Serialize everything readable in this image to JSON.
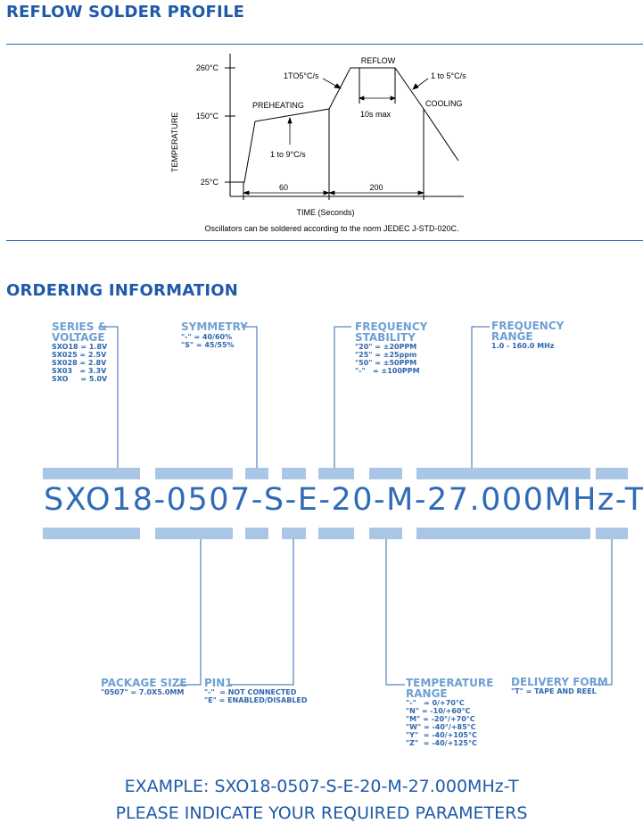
{
  "reflow": {
    "title": "REFLOW SOLDER PROFILE",
    "ylabel": "TEMPERATURE",
    "xlabel": "TIME (Seconds)",
    "ticks": [
      "260°C",
      "150°C",
      "25°C"
    ],
    "labels": {
      "reflow": "REFLOW",
      "ramp_up": "1TO5°C/s",
      "ramp_down": "1 to 5°C/s",
      "preheating": "PREHEATING",
      "preheat_rate": "1 to 9°C/s",
      "peak_time": "10s max",
      "cooling": "COOLING",
      "dim_60": "60",
      "dim_200": "200"
    },
    "note": "Oscillators can be soldered according to the norm JEDEC J-STD-020C."
  },
  "ordering": {
    "title": "ORDERING INFORMATION",
    "part_number": "SXO18-0507-S-E-20-M-27.000MHz-T",
    "series": {
      "title": "SERIES &\nVOLTAGE",
      "lines": "SXO18 = 1.8V\nSX025 = 2.5V\nSX028 = 2.8V\nSX03   = 3.3V\nSXO     = 5.0V"
    },
    "symmetry": {
      "title": "SYMMETRY",
      "lines": "\"-\" = 40/60%\n\"S\" = 45/55%"
    },
    "freq_stability": {
      "title": "FREQUENCY\nSTABILITY",
      "lines": "\"20\" = ±20PPM\n\"25\" = ±25ppm\n\"50\" = ±50PPM\n\"-\"   = ±100PPM"
    },
    "freq_range": {
      "title": "FREQUENCY\nRANGE",
      "lines": "1.0 - 160.0 MHz"
    },
    "package": {
      "title": "PACKAGE SIZE",
      "lines": "\"0507\" = 7.0X5.0MM"
    },
    "pin1": {
      "title": "PIN1",
      "lines": "\"-\"  = NOT CONNECTED\n\"E\" = ENABLED/DISABLED"
    },
    "temp_range": {
      "title": "TEMPERATURE\nRANGE",
      "lines": "\"-\"   = 0/+70°C\n\"N\" = -10/+60°C\n\"M\" = -20°/+70°C\n\"W\" = -40°/+85°C\n\"Y\"  = -40/+105°C\n\"Z\"  = -40/+125°C"
    },
    "delivery": {
      "title": "DELIVERY FORM",
      "lines": "\"T\" = TAPE AND REEL"
    },
    "example": "EXAMPLE: SXO18-0507-S-E-20-M-27.000MHz-T",
    "instruction": "PLEASE INDICATE YOUR REQUIRED PARAMETERS"
  }
}
